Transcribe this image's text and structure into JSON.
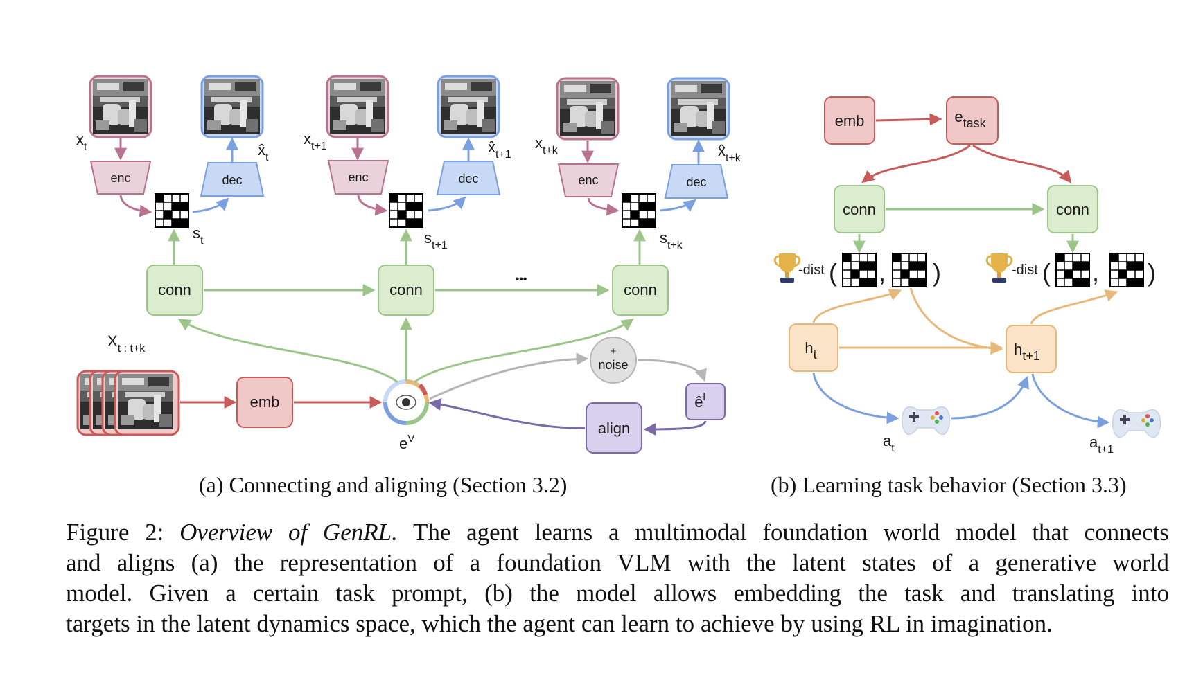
{
  "panel_a": {
    "labels": {
      "x_t": "x",
      "x_t_sub": "t",
      "xhat_t": "x̂",
      "xhat_t_sub": "t",
      "x_t1": "x",
      "x_t1_sub": "t+1",
      "xhat_t1": "x̂",
      "xhat_t1_sub": "t+1",
      "x_tk": "x",
      "x_tk_sub": "t+k",
      "xhat_tk": "x̂",
      "xhat_tk_sub": "t+k",
      "s_t": "s",
      "s_t_sub": "t",
      "s_t1": "s",
      "s_t1_sub": "t+1",
      "s_tk": "s",
      "s_tk_sub": "t+k",
      "X_seq": "X",
      "X_seq_sub": "t : t+k",
      "e_v": "e",
      "e_v_sup": "V",
      "e_hat_l": "ê",
      "e_hat_l_sup": "l"
    },
    "boxes": {
      "enc": "enc",
      "dec": "dec",
      "conn": "conn",
      "emb": "emb",
      "align": "align",
      "noise_plus": "+",
      "noise": "noise",
      "ellipsis": "•••"
    }
  },
  "panel_b": {
    "boxes": {
      "emb": "emb",
      "e_task": "e",
      "e_task_sub": "task",
      "conn": "conn",
      "h_t": "h",
      "h_t_sub": "t",
      "h_t1": "h",
      "h_t1_sub": "t+1"
    },
    "labels": {
      "dist": "-dist",
      "a_t": "a",
      "a_t_sub": "t",
      "a_t1": "a",
      "a_t1_sub": "t+1"
    }
  },
  "captions": {
    "a": "(a) Connecting and aligning (Section 3.2)",
    "b": "(b) Learning task behavior (Section 3.3)"
  },
  "figure_caption": {
    "label": "Figure 2:",
    "title": "Overview of GenRL.",
    "line1_rest": "The agent learns a multimodal foundation world model that connects",
    "line2": "and aligns (a) the representation of a foundation VLM with the latent states of a generative world",
    "line3": "model. Given a certain task prompt, (b) the model allows embedding the task and translating into",
    "line4": "targets in the latent dynamics space, which the agent can learn to achieve by using RL in imagination."
  },
  "colors": {
    "pink": "#b9728f",
    "pink_fill": "#ead2da",
    "blue": "#7aa0e0",
    "blue_fill": "#c8d9f5",
    "green": "#9cc58a",
    "green_fill": "#dceccf",
    "red": "#c85a5a",
    "red_fill": "#f0c8c8",
    "purple": "#7a6aaa",
    "purple_fill": "#d8d0ec",
    "orange": "#e8b879",
    "orange_fill": "#fbe3c8",
    "gray": "#b5b5b5",
    "gray_fill": "#e0e0e0"
  }
}
